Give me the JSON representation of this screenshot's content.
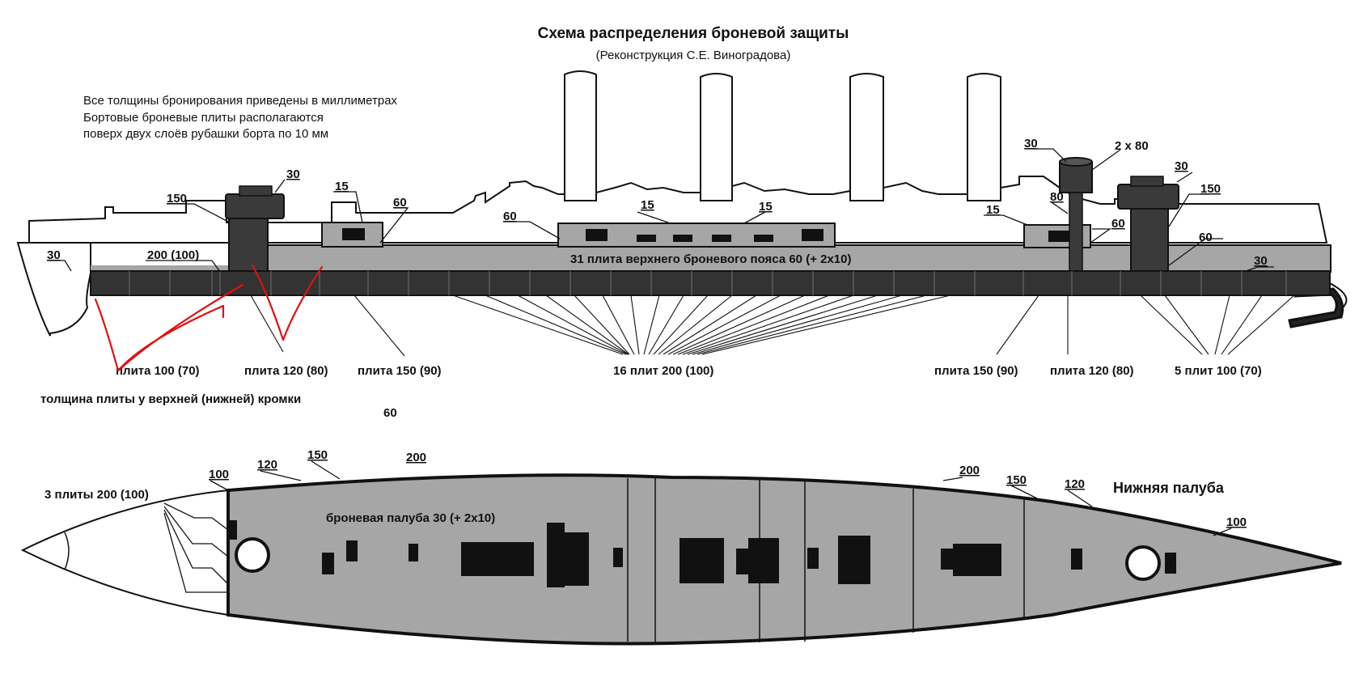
{
  "title": "Схема распределения броневой защиты",
  "subtitle": "(Реконструкция С.Е. Виноградова)",
  "notes": {
    "line1": "Все толщины бронирования приведены в миллиметрах",
    "line2": "Бортовые броневые плиты располагаются",
    "line3": "поверх двух слоёв рубашки борта по 10 мм"
  },
  "side_view": {
    "belt_label": "31 плита верхнего броневого пояса 60 (+ 2x10)",
    "callouts": {
      "fwd_tower_top": "30",
      "fwd_tower_side": "150",
      "fwd_bow_deck": "30",
      "fwd_lower_belt": "200 (100)",
      "fwd_casemate_top": "15",
      "fwd_casemate_side": "60",
      "mid_casemate_side": "60",
      "mid_casemate_top_a": "15",
      "mid_casemate_top_b": "15",
      "aft_casemate_top": "15",
      "aft_casemate_side": "60",
      "aft_tube": "80",
      "aft_bridge_top": "30",
      "aft_bridge_cyl": "2 x 80",
      "aft_tower_top": "30",
      "aft_tower_side": "150",
      "aft_tower_base": "60",
      "aft_deck": "30"
    },
    "plate_labels": {
      "fwd_100": "плита 100 (70)",
      "fwd_120": "плита 120 (80)",
      "fwd_150": "плита 150 (90)",
      "mid_200": "16 плит 200 (100)",
      "aft_150": "плита 150 (90)",
      "aft_120": "плита 120 (80)",
      "aft_100": "5 плит 100 (70)"
    },
    "edge_note": "толщина плиты у верхней (нижней) кромки",
    "stray_number": "60"
  },
  "deck_view": {
    "title": "Нижняя палуба",
    "deck_label": "броневая палуба 30 (+ 2x10)",
    "bow_plates": "3 плиты 200 (100)",
    "edge_labels": {
      "p100_fwd": "100",
      "p120_fwd": "120",
      "p150_fwd": "150",
      "p200_fwd": "200",
      "p200_aft": "200",
      "p150_aft": "150",
      "p120_aft": "120",
      "p100_aft": "100"
    }
  },
  "colors": {
    "hull_grey": "#a6a6a6",
    "armor_dark": "#3a3a3a",
    "outline": "#111111",
    "annotation_red": "#e01010"
  }
}
